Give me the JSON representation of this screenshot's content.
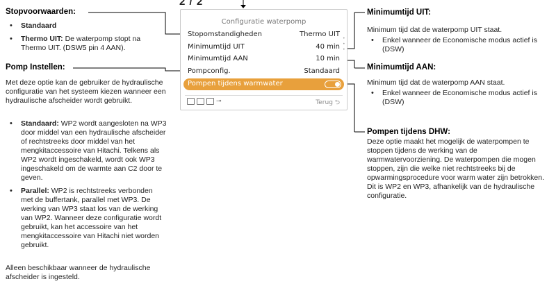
{
  "page_number": "2 / 2",
  "left": {
    "stop_heading": "Stopvoorwaarden:",
    "stop_items": [
      {
        "bold": "Standaard",
        "text": ""
      },
      {
        "bold": "Thermo UIT:",
        "text": " De waterpomp stopt na Thermo UIT. (DSW5 pin 4 AAN)."
      }
    ],
    "pump_heading": "Pomp Instellen:",
    "pump_intro": "Met deze optie kan de gebruiker de hydraulische configuratie van het systeem kiezen wanneer een hydraulische afscheider wordt gebruikt.",
    "pump_items": [
      {
        "bold": "Standaard:",
        "text": " WP2 wordt aangesloten na WP3 door middel van een hydraulische afscheider of rechtstreeks door middel van het mengkitaccessoire van Hitachi. Telkens als WP2 wordt ingeschakeld, wordt ook WP3 ingeschakeld om de warmte aan C2 door te geven."
      },
      {
        "bold": "Parallel:",
        "text": " WP2 is rechtstreeks verbonden met de buffertank, parallel met WP3. De werking van WP3 staat los van de werking van WP2. Wanneer deze configuratie wordt gebruikt, kan het accessoire van het mengkitaccessoire van Hitachi niet worden gebruikt."
      }
    ],
    "pump_footer": "Alleen beschikbaar wanneer de hydraulische afscheider is ingesteld."
  },
  "panel": {
    "title": "Configuratie waterpomp",
    "rows": [
      {
        "label": "Stopomstandigheden",
        "value": "Thermo UIT"
      },
      {
        "label": "Minimumtijd UIT",
        "value": "40 min"
      },
      {
        "label": "Minimumtijd AAN",
        "value": "10 min"
      },
      {
        "label": "Pompconfig.",
        "value": "Standaard"
      }
    ],
    "highlight_row": {
      "label": "Pompen tijdens warmwater",
      "toggle_on": true
    },
    "back_label": "Terug ⮌",
    "accent_color": "#e8a03c"
  },
  "right": {
    "min_off_heading": "Minimumtijd UIT:",
    "min_off_text": "Minimum tijd dat de waterpomp UIT staat.",
    "min_off_bullet": "Enkel wanneer de Economische modus actief is (DSW)",
    "min_on_heading": "Minimumtijd AAN:",
    "min_on_text": "Minimum tijd dat de waterpomp AAN staat.",
    "min_on_bullet": "Enkel wanneer de Economische modus actief is (DSW)",
    "dhw_heading": "Pompen tijdens DHW:",
    "dhw_text": "Deze optie maakt het mogelijk de waterpompen te stoppen tijdens de werking van de warmwatervoorziening. De waterpompen die mogen stoppen, zijn die welke niet rechtstreeks bij de opwarmingsprocedure voor warm water zijn betrokken. Dit is WP2 en WP3, afhankelijk van de hydraulische configuratie."
  }
}
